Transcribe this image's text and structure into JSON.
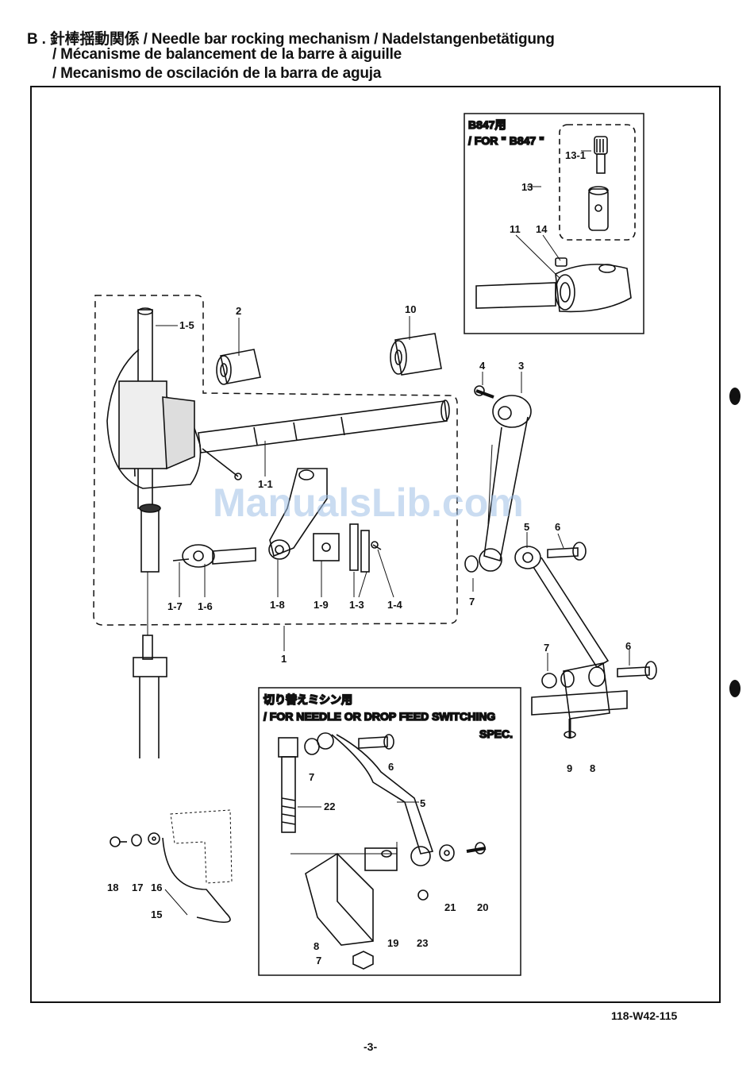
{
  "header": {
    "line1": "B . 針棒揺動関係 / Needle bar rocking mechanism / Nadelstangenbetätigung",
    "line2": "/ Mécanisme de balancement de la barre à aiguille",
    "line3": "/ Mecanismo de oscilación de la barra de aguja"
  },
  "inset_b847": {
    "title_jp": "B847用",
    "title_en": "/ FOR \" B847 \""
  },
  "inset_switch": {
    "title_jp": "切り替えミシン用",
    "title_en": "/ FOR NEEDLE OR DROP FEED SWITCHING",
    "title_en2": "SPEC."
  },
  "labels": {
    "p1_5": "1-5",
    "p2": "2",
    "p10": "10",
    "p4": "4",
    "p3": "3",
    "p5a": "5",
    "p6a": "6",
    "p7a": "7",
    "p7b": "7",
    "p6b": "6",
    "p9a": "9",
    "p8a": "8",
    "p1_7": "1-7",
    "p1_6": "1-6",
    "p1_8": "1-8",
    "p1_9": "1-9",
    "p1_3": "1-3",
    "p1_4": "1-4",
    "p1": "1",
    "p1_1": "1-1",
    "p13_1": "13-1",
    "p13": "13",
    "p11": "11",
    "p14": "14",
    "p18": "18",
    "p17": "17",
    "p16": "16",
    "p15": "15",
    "p7c": "7",
    "p6c": "6",
    "p22": "22",
    "p5b": "5",
    "p21": "21",
    "p20": "20",
    "p8b": "8",
    "p19": "19",
    "p23": "23",
    "p7d": "7"
  },
  "watermark": "ManualsLib.com",
  "footer": {
    "code": "118-W42-115",
    "page": "-3-"
  }
}
